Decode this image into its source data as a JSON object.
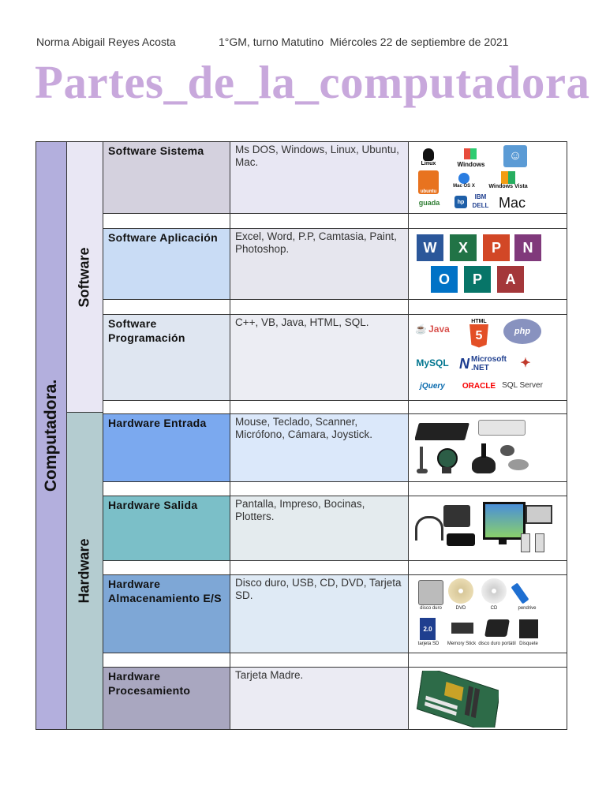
{
  "header": {
    "name": "Norma Abigail Reyes Acosta",
    "group": "1°GM, turno Matutino",
    "date": "Miércoles 22 de septiembre de 2021"
  },
  "title": "Partes_de_la_computadora",
  "colors": {
    "title": "#c8a8dc",
    "computadora": "#b3afdd",
    "software": "#e9e7f4",
    "hardware": "#b4ccd0"
  },
  "table": {
    "root_label": "Computadora.",
    "software_label": "Software",
    "hardware_label": "Hardware",
    "rows": [
      {
        "label": "Software Sistema",
        "desc": "Ms DOS, Windows, Linux, Ubuntu, Mac.",
        "color": "#d4d1de",
        "image_text": [
          "Linux",
          "Windows",
          "ubuntu",
          "Mac OS X",
          "Windows Vista",
          "guada",
          "IBM",
          "DELL",
          "Mac"
        ]
      },
      {
        "label": "Software Aplicación",
        "desc": "Excel, Word, P.P, Camtasia, Paint, Photoshop.",
        "color": "#c9dcf5",
        "image_text": [
          "W",
          "X",
          "P",
          "N",
          "O",
          "P",
          "A"
        ]
      },
      {
        "label": "Software Programación",
        "desc": "C++, VB, Java, HTML, SQL.",
        "color": "#dfe6f1",
        "image_text": [
          "Java",
          "HTML",
          "5",
          "php",
          "MySQL",
          "Microsoft .NET",
          "jQuery",
          "ORACLE",
          "SQL Server"
        ]
      },
      {
        "label": "Hardware Entrada",
        "desc": "Mouse, Teclado, Scanner, Micrófono, Cámara, Joystick.",
        "color": "#7ba9ef",
        "image_text": []
      },
      {
        "label": "Hardware Salida",
        "desc": "Pantalla, Impreso, Bocinas, Plotters.",
        "color": "#7bbfc8",
        "image_text": []
      },
      {
        "label": "Hardware Almacenamiento E/S",
        "desc": "Disco duro, USB, CD, DVD, Tarjeta SD.",
        "color": "#7ea7d6",
        "image_text": [
          "disco duro",
          "DVD",
          "CD",
          "pendrive",
          "2.0",
          "tarjeta SD",
          "Memory Stick",
          "disco duro portátil",
          "Disquete"
        ]
      },
      {
        "label": "Hardware Procesamiento",
        "desc": "Tarjeta Madre.",
        "color": "#a9a7c0",
        "image_text": []
      }
    ]
  }
}
